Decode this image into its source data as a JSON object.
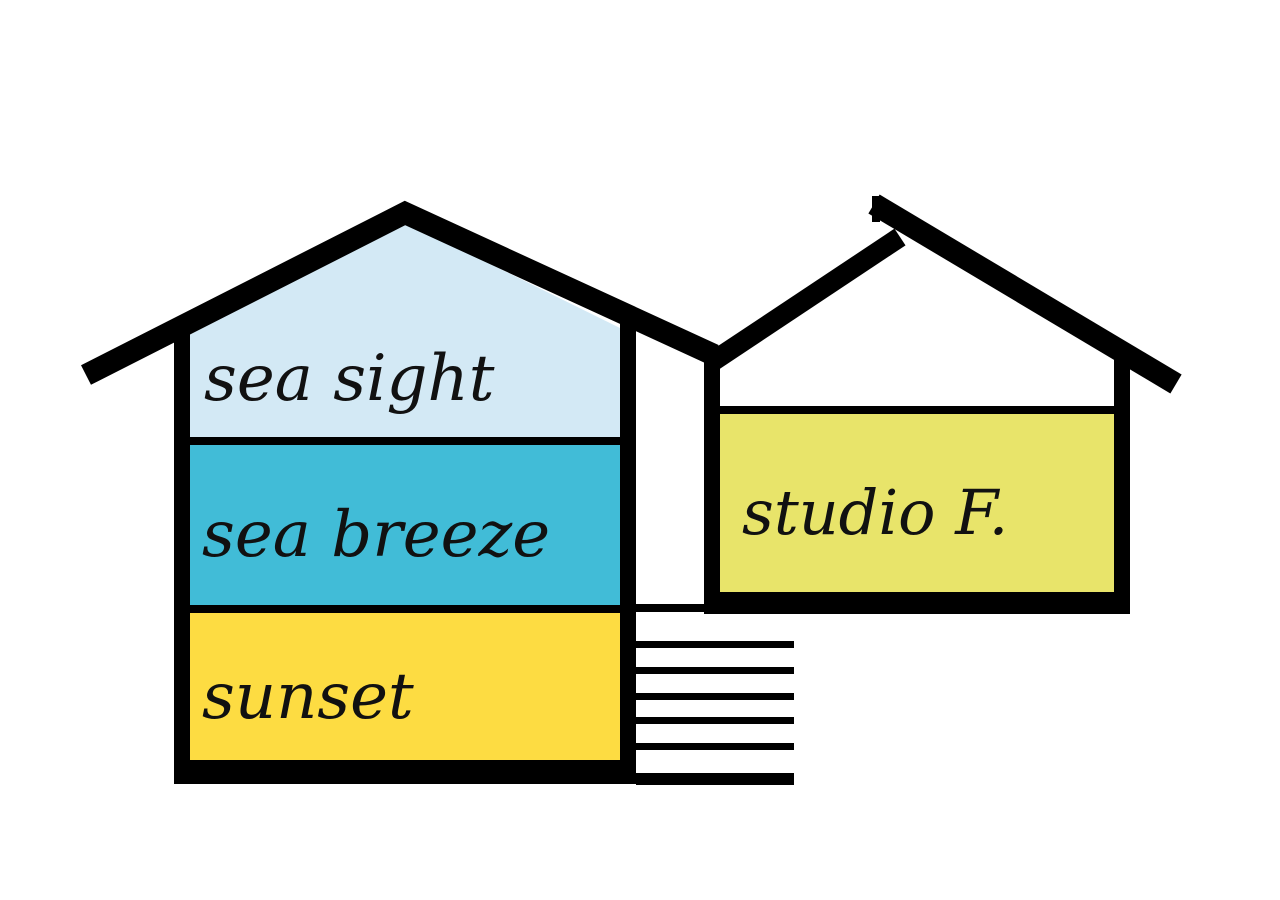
{
  "diagram": {
    "title": "House floor plan legend",
    "main_house": {
      "floors": [
        {
          "label": "sea sight",
          "color": "#d3e9f5"
        },
        {
          "label": "sea breeze",
          "color": "#41bcd7"
        },
        {
          "label": "sunset",
          "color": "#fddc42"
        }
      ]
    },
    "studio": {
      "label": "studio F.",
      "color": "#e8e46a"
    },
    "stairs": {
      "steps": 6
    },
    "colors": {
      "outline": "#000000",
      "background": "#ffffff"
    }
  }
}
